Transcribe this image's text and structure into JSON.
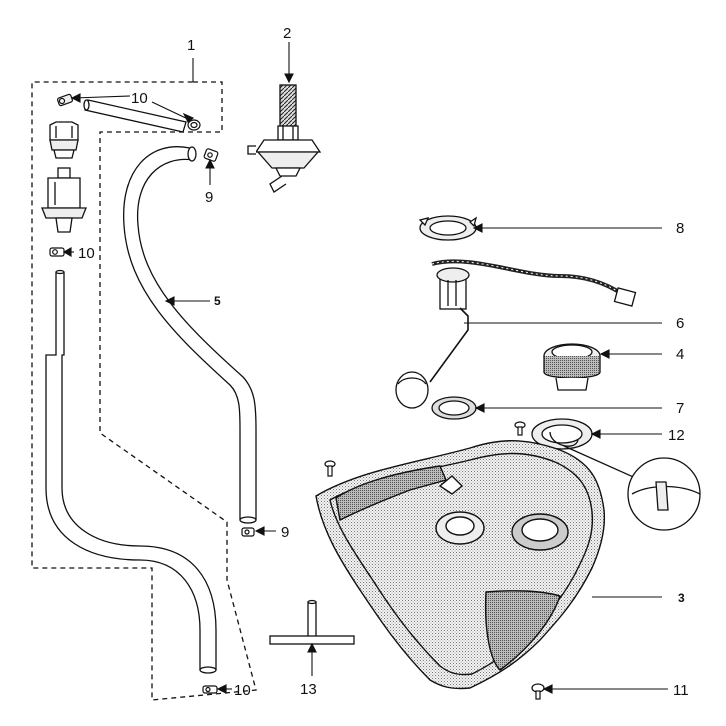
{
  "diagram": {
    "callouts": [
      {
        "id": "c1",
        "text": "1"
      },
      {
        "id": "c2",
        "text": "2"
      },
      {
        "id": "c10a",
        "text": "10"
      },
      {
        "id": "c9a",
        "text": "9"
      },
      {
        "id": "c10b",
        "text": "10"
      },
      {
        "id": "c5",
        "text": "5"
      },
      {
        "id": "c8",
        "text": "8"
      },
      {
        "id": "c6",
        "text": "6"
      },
      {
        "id": "c4",
        "text": "4"
      },
      {
        "id": "c7",
        "text": "7"
      },
      {
        "id": "c12",
        "text": "12"
      },
      {
        "id": "c9b",
        "text": "9"
      },
      {
        "id": "c3",
        "text": "3"
      },
      {
        "id": "c13",
        "text": "13"
      },
      {
        "id": "c10c",
        "text": "10"
      },
      {
        "id": "c11",
        "text": "11"
      }
    ]
  }
}
